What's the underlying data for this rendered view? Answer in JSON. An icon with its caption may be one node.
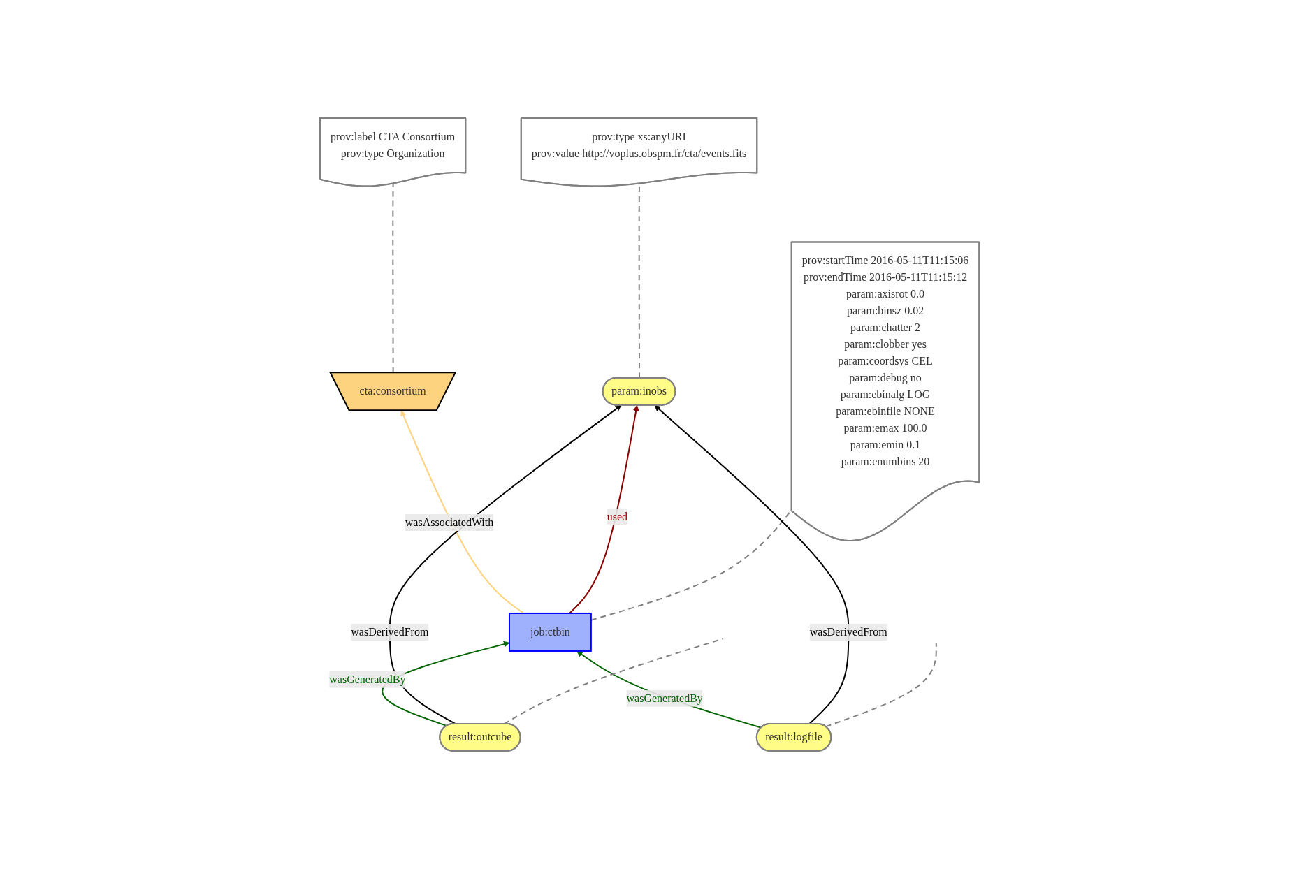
{
  "diagram": {
    "nodes": [
      {
        "text": [
          "cta:consortium"
        ]
      },
      {
        "text": [
          "prov:label CTA Consortium",
          "prov:type Organization"
        ]
      },
      {
        "text": [
          "param:inobs"
        ]
      },
      {
        "text": [
          "job:ctbin"
        ]
      },
      {
        "text": [
          "prov:type xs:anyURI",
          "prov:value http://voplus.obspm.fr/cta/events.fits"
        ]
      },
      {
        "text": [
          "prov:startTime 2016-05-11T11:15:06",
          "prov:endTime 2016-05-11T11:15:12",
          "param:axisrot 0.0",
          "param:binsz 0.02",
          "param:chatter 2",
          "param:clobber yes",
          "param:coordsys CEL",
          "param:debug no",
          "param:ebinalg LOG",
          "param:ebinfile NONE",
          "param:emax 100.0",
          "param:emin 0.1",
          "param:enumbins 20"
        ]
      },
      {
        "text": [
          "result:outcube"
        ]
      },
      {
        "text": [
          "result:logfile"
        ]
      }
    ],
    "edges": [
      {
        "from": 3,
        "to": 0,
        "arrow": "to",
        "label": "wasAssociatedWith",
        "color": "#ffd27f"
      },
      {
        "from": 0,
        "to": 1,
        "arrow": "none",
        "style": "dashed",
        "color": "#808080"
      },
      {
        "from": 3,
        "to": 2,
        "arrow": "to",
        "label": "used",
        "color": "#8b0000"
      },
      {
        "from": 2,
        "to": 4,
        "arrow": "none",
        "style": "dashed",
        "color": "#808080"
      },
      {
        "from": 3,
        "to": 5,
        "arrow": "none",
        "style": "dashed",
        "color": "#808080"
      },
      {
        "from": 6,
        "to": 3,
        "arrow": "to",
        "label": "wasGeneratedBy",
        "color": "#006400"
      },
      {
        "from": 7,
        "to": 3,
        "arrow": "to",
        "label": "wasGeneratedBy",
        "color": "#006400"
      },
      {
        "from": 6,
        "to": 2,
        "arrow": "to",
        "label": "wasDerivedFrom",
        "color": "#000000"
      },
      {
        "from": 7,
        "to": 2,
        "arrow": "to",
        "label": "wasDerivedFrom",
        "color": "#000000"
      },
      {
        "from": 6,
        "to": null,
        "arrow": "none",
        "style": "dashed",
        "color": "#808080"
      },
      {
        "from": 7,
        "to": null,
        "arrow": "none",
        "style": "dashed",
        "color": "#808080"
      }
    ]
  }
}
